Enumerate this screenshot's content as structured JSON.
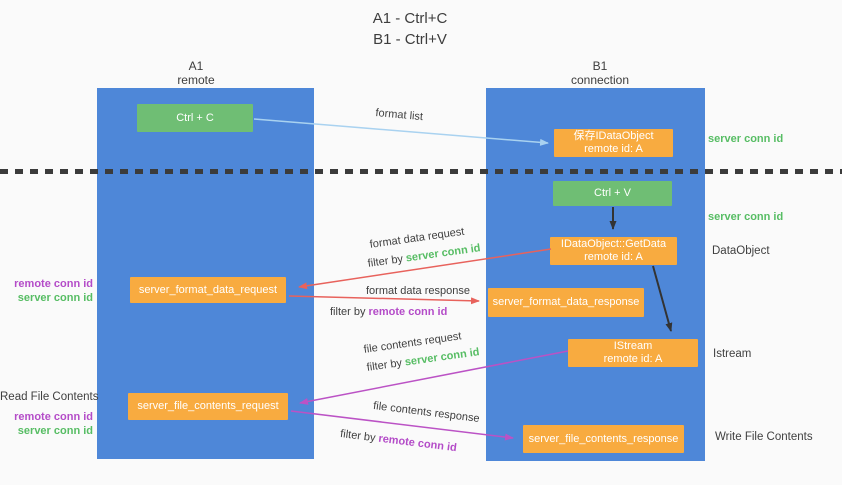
{
  "title": {
    "line1": "A1 - Ctrl+C",
    "line2": "B1 - Ctrl+V"
  },
  "columns": {
    "left": {
      "name": "A1",
      "role": "remote"
    },
    "right": {
      "name": "B1",
      "role": "connection"
    }
  },
  "boxes": {
    "ctrl_c": {
      "label": "Ctrl + C"
    },
    "ctrl_v": {
      "label": "Ctrl + V"
    },
    "save_dataobject": {
      "line1": "保存IDataObject",
      "line2": "remote id: A"
    },
    "getdata": {
      "line1": "IDataObject::GetData",
      "line2": "remote id: A"
    },
    "istream": {
      "line1": "IStream",
      "line2": "remote id: A"
    },
    "server_format_data_request": {
      "label": "server_format_data_request"
    },
    "server_format_data_response": {
      "label": "server_format_data_response"
    },
    "server_file_contents_request": {
      "label": "server_file_contents_request"
    },
    "server_file_contents_response": {
      "label": "server_file_contents_response"
    }
  },
  "arrows": {
    "format_list": {
      "label": "format list"
    },
    "format_data_request": {
      "label": "format data request",
      "filter_prefix": "filter by",
      "filter_key": "server conn id"
    },
    "format_data_response": {
      "label": "format data response",
      "filter_prefix": "filter by",
      "filter_key": "remote conn id"
    },
    "file_contents_request": {
      "label": "file contents request",
      "filter_prefix": "filter by",
      "filter_key": "server conn id"
    },
    "file_contents_response": {
      "label": "file contents response",
      "filter_prefix": "filter by",
      "filter_key": "remote conn id"
    }
  },
  "side_labels": {
    "right_server_conn_id_top": "server conn id",
    "right_server_conn_id_mid": "server conn id",
    "right_dataobject": "DataObject",
    "right_istream": "Istream",
    "right_write_file_contents": "Write File Contents",
    "left_remote_conn_id_top": "remote conn id",
    "left_server_conn_id_top": "server conn id",
    "left_read_file_contents": "Read File Contents",
    "left_remote_conn_id_bottom": "remote conn id",
    "left_server_conn_id_bottom": "server conn id"
  },
  "colors": {
    "column_blue": "#4e87d8",
    "box_green": "#6fbe74",
    "box_orange": "#f8ab40",
    "label_green": "#57bd64",
    "label_magenta": "#b44cc8",
    "arrow_blue": "#a9d2f0",
    "arrow_red": "#e8625c",
    "arrow_magenta": "#bb52c5",
    "arrow_black": "#333333",
    "text_dark": "#3f3f3f",
    "background": "#fafafa"
  }
}
